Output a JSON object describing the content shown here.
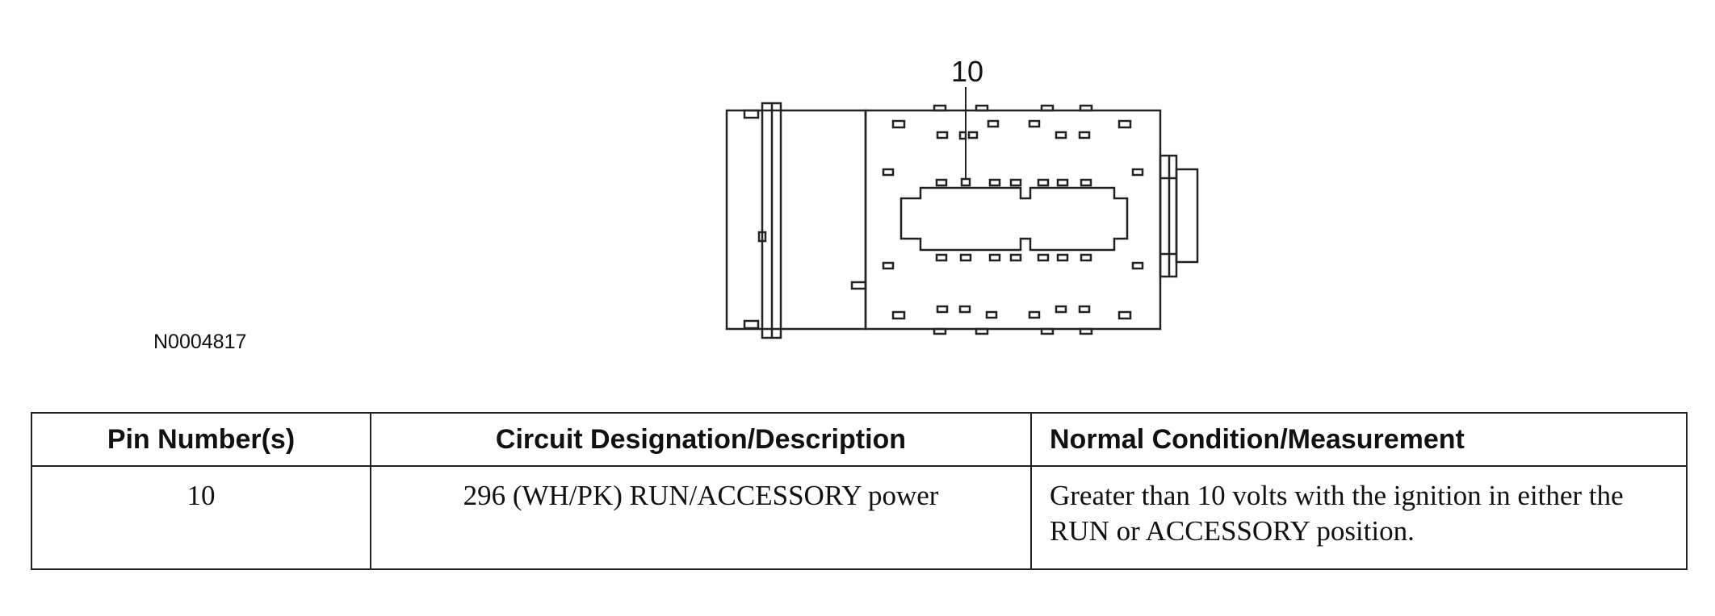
{
  "diagram": {
    "callout": "10",
    "figure_id": "N0004817"
  },
  "table": {
    "headers": [
      "Pin Number(s)",
      "Circuit Designation/Description",
      "Normal Condition/Measurement"
    ],
    "rows": [
      {
        "pin": "10",
        "circuit": "296 (WH/PK) RUN/ACCESSORY power",
        "condition": "Greater than 10 volts with the ignition in either the RUN or ACCESSORY position."
      }
    ]
  }
}
